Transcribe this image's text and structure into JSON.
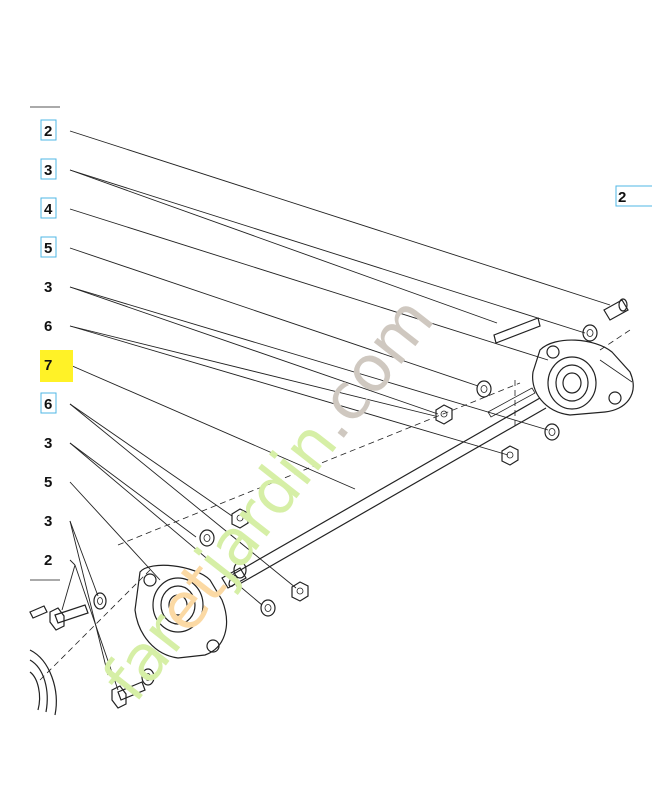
{
  "callouts": [
    {
      "text": "2",
      "style": "boxed"
    },
    {
      "text": "3",
      "style": "boxed"
    },
    {
      "text": "4",
      "style": "boxed"
    },
    {
      "text": "5",
      "style": "boxed"
    },
    {
      "text": "3",
      "style": "plain"
    },
    {
      "text": "6",
      "style": "plain"
    },
    {
      "text": "7",
      "style": "highlighted"
    },
    {
      "text": "6",
      "style": "boxed"
    },
    {
      "text": "3",
      "style": "plain"
    },
    {
      "text": "5",
      "style": "plain"
    },
    {
      "text": "3",
      "style": "plain"
    },
    {
      "text": "2",
      "style": "plain"
    }
  ],
  "edge_label": "2",
  "watermark": {
    "part1": "far",
    "part2": "et",
    "part3": "jardin",
    "part4": ".com",
    "color_green": "#d6efa6",
    "color_orange": "#fbd9a4",
    "color_gray": "#cfc8c0"
  },
  "colors": {
    "highlight": "#fff227",
    "box_border": "#4fb7e6",
    "line": "#222222"
  }
}
